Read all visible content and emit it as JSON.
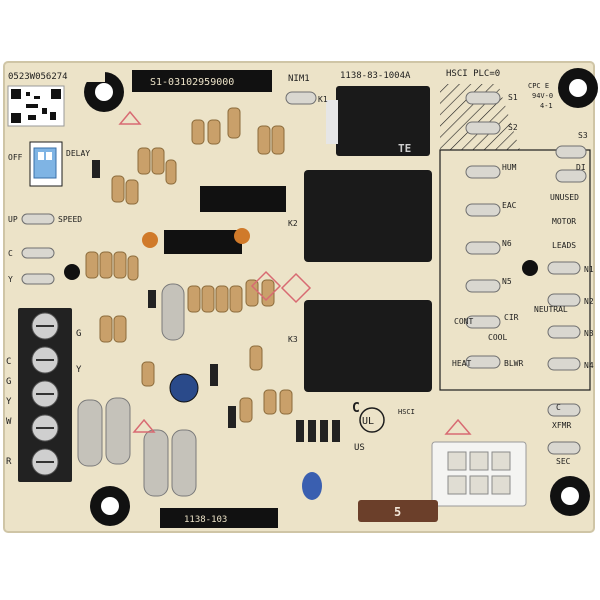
{
  "board": {
    "barcode_text": "0523W056274",
    "part_number": "S1-03102959000",
    "top_code": "1138-83-1004A",
    "bottom_code": "1138-103",
    "nim": "NIM1",
    "hsc_plc": "HSCI PLC=0",
    "cpc": "CPC E",
    "cpc_line2": "94V-0",
    "cpc_line3": "4-1",
    "dip_off": "OFF",
    "dip_delay": "DELAY",
    "up": "UP",
    "speed": "SPEED",
    "c_left": "C",
    "y_left": "Y",
    "hum": "HUM",
    "eac": "EAC",
    "n6": "N6",
    "n5": "N5",
    "cir": "CIR",
    "cont": "CONT",
    "cool": "COOL",
    "heat": "HEAT",
    "blwr": "BLWR",
    "unused": "UNUSED",
    "motor": "MOTOR",
    "leads": "LEADS",
    "neutral": "NEUTRAL",
    "n1": "N1",
    "n2": "N2",
    "n3": "N3",
    "n4": "N4",
    "xfmr": "XFMR",
    "sec": "SEC",
    "c_right": "C",
    "s1": "S1",
    "s2": "S2",
    "s3": "S3",
    "di": "DI",
    "fuse": "5",
    "k1": "K1",
    "k2": "K2",
    "k3": "K3",
    "relay_brand": "TE",
    "hsc_bottom": "HSCI",
    "ul_c": "C",
    "ul_us": "US",
    "terminal_labels": [
      "C",
      "G",
      "Y",
      "W",
      "R"
    ],
    "terminal_labels_right": [
      "G",
      "Y"
    ],
    "colors": {
      "pcb": "#ece3c8",
      "silk": "#1d1d1d",
      "relay": "#1a1a1a",
      "terminal": "#222222",
      "fuse": "#6b3f2a"
    }
  }
}
